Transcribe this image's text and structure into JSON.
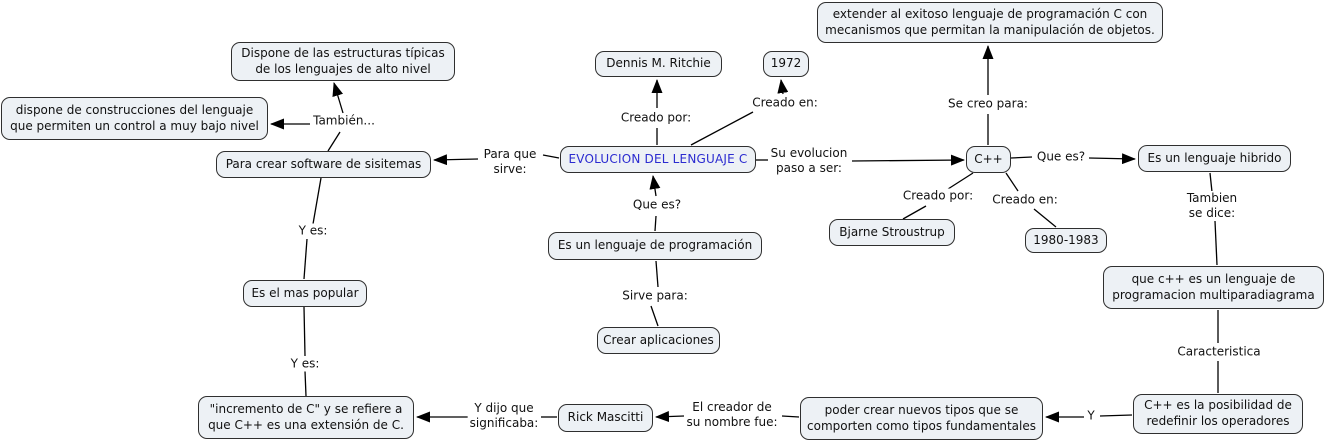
{
  "colors": {
    "node_fill": "#edf1f5",
    "node_border": "#2f2f2f",
    "edge": "#000000",
    "text": "#111111",
    "title_text": "#2b2bd0",
    "background": "#ffffff"
  },
  "nodes": {
    "evolucion_c": "EVOLUCION DEL LENGUAJE C",
    "estructuras": "Dispone de las estructuras típicas\nde los lenguajes de alto nivel",
    "construcciones": "dispone de construcciones del lenguaje\nque permiten un control a muy bajo nivel",
    "software_sistemas": "Para crear software de sisitemas",
    "dennis_ritchie": "Dennis M. Ritchie",
    "anio_c": "1972",
    "extender": "extender al exitoso lenguaje de programación C con\nmecanismos que permitan la manipulación de objetos.",
    "cpp": "C++",
    "hibrido": "Es un lenguaje hibrido",
    "bjarne": "Bjarne Stroustrup",
    "anio_cpp": "1980-1983",
    "multiparadigma": "que c++ es un lenguaje de\nprogramacion multiparadiagrama",
    "redefinir_operadores": "C++ es la posibilidad de\nredefinir los operadores",
    "nuevos_tipos": "poder crear nuevos tipos que se\ncomporten como tipos fundamentales",
    "rick_mascitti": "Rick Mascitti",
    "incremento_c": "\"incremento de C\" y se refiere a\nque C++ es una extensión de C.",
    "mas_popular": "Es el mas popular",
    "lenguaje_programacion": "Es un lenguaje de programación",
    "crear_aplicaciones": "Crear aplicaciones"
  },
  "labels": {
    "tambien": "También...",
    "para_que_sirve": "Para que\nsirve:",
    "creado_por_c": "Creado por:",
    "creado_en_c": "Creado en:",
    "su_evolucion": "Su evolucion\npaso a ser:",
    "se_creo_para": "Se creo para:",
    "que_es_c": "Que es?",
    "sirve_para": "Sirve para:",
    "que_es_cpp": "Que es?",
    "creado_por_cpp": "Creado por:",
    "creado_en_cpp": "Creado en:",
    "tambien_se_dice": "Tambien\nse dice:",
    "caracteristica": "Caracteristica",
    "y_union": "Y",
    "creador_nombre": "El creador de\nsu nombre fue:",
    "y_dijo": "Y dijo que\nsignificaba:",
    "y_es_1": "Y es:",
    "y_es_2": "Y es:"
  }
}
